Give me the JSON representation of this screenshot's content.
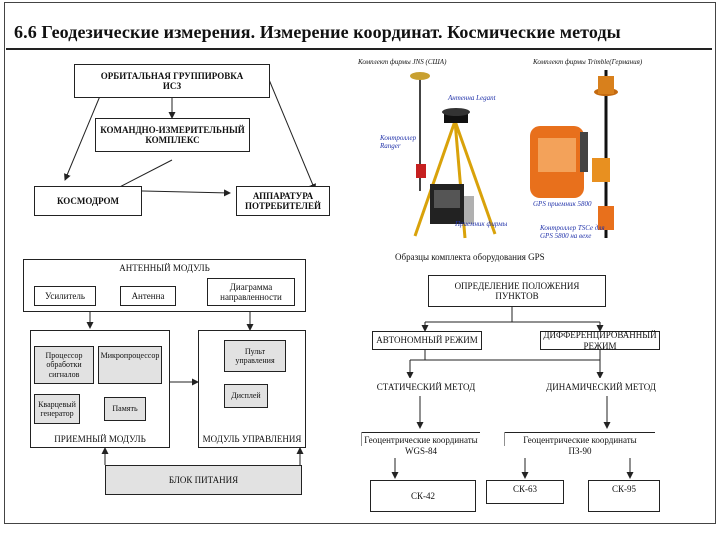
{
  "title": "6.6 Геодезические измерения. Измерение координат. Космические методы",
  "top_diagram": {
    "orbital": [
      "ОРБИТАЛЬНАЯ ГРУППИРОВКА",
      "ИСЗ"
    ],
    "command": [
      "КОМАНДНО-ИЗМЕРИТЕЛЬНЫЙ",
      "КОМПЛЕКС"
    ],
    "cosmodrome": "КОСМОДРОМ",
    "user_equipment": [
      "АППАРАТУРА",
      "ПОТРЕБИТЕЛЕЙ"
    ]
  },
  "photos": {
    "jns_title": "Комплект фирмы JNS (США)",
    "trimble_title": "Комплект фирмы Trimble(Германия)",
    "antenna": "Антенна Legant",
    "controller": [
      "Контроллер",
      "Ranger"
    ],
    "receiver": "Приемник фирмы",
    "trimble_caption1": "GPS приемник 5800",
    "trimble_caption2": [
      "Контроллер TSCe для",
      "GPS 5800 на вехе"
    ],
    "caption": "Образцы комплекта оборудования GPS"
  },
  "receiver_diagram": {
    "antenna_module": "АНТЕННЫЙ МОДУЛЬ",
    "amplifier": "Усилитель",
    "antenna": "Антенна",
    "pattern": [
      "Диаграмма",
      "направленности"
    ],
    "processor": [
      "Процессор",
      "обработки",
      "сигналов"
    ],
    "microprocessor": "Микропроцессор",
    "quartz": [
      "Кварцевый",
      "генератор"
    ],
    "memory": "Память",
    "receiving_module": "ПРИЕМНЫЙ МОДУЛЬ",
    "control_panel": [
      "Пульт",
      "управления"
    ],
    "display": "Дисплей",
    "control_module": "МОДУЛЬ УПРАВЛЕНИЯ",
    "power": "БЛОК  ПИТАНИЯ"
  },
  "positioning_diagram": {
    "root": [
      "ОПРЕДЕЛЕНИЕ   ПОЛОЖЕНИЯ",
      "ПУНКТОВ"
    ],
    "autonomous": "АВТОНОМНЫЙ  РЕЖИМ",
    "differential": [
      "ДИФФЕРЕНЦИРОВАННЫЙ",
      "РЕЖИМ"
    ],
    "static": "СТАТИЧЕСКИЙ  МЕТОД",
    "dynamic": "ДИНАМИЧЕСКИЙ  МЕТОД",
    "coords_wgs": [
      "Геоцентрические координаты",
      "WGS-84"
    ],
    "coords_pz": [
      "Геоцентрические координаты",
      "ПЗ-90"
    ],
    "sk42": "СК-42",
    "sk63": "СК-63",
    "sk95": "СК-95"
  },
  "colors": {
    "line": "#222222",
    "grey_box": "#e2e2e2",
    "tripod": "#e0a810",
    "receiver_orange": "#e8701c"
  }
}
